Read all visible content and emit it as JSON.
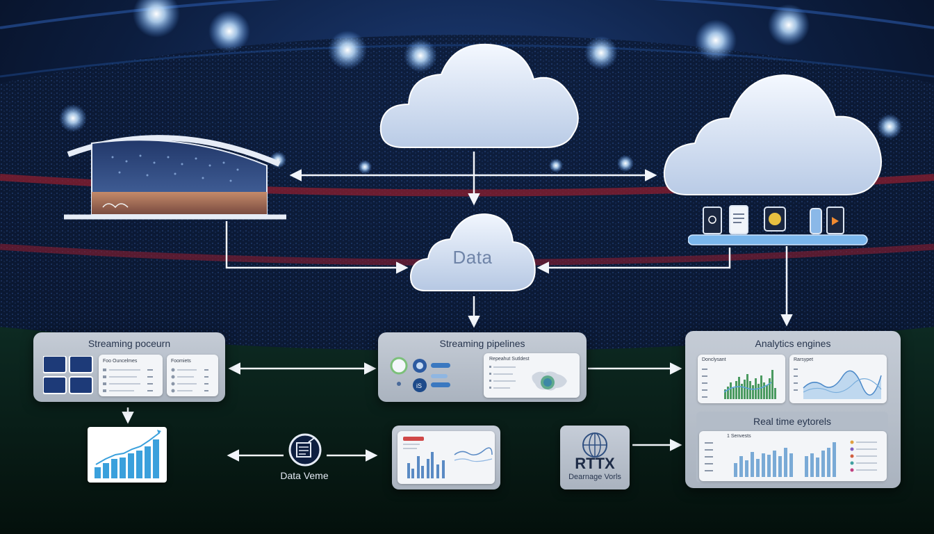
{
  "clouds": {
    "top_center": {
      "label": ""
    },
    "top_right": {
      "label": ""
    },
    "center": {
      "label": "Data"
    }
  },
  "panels": {
    "streaming_source": {
      "title": "Streaming poceurn",
      "card_a_title": "Foo Ouncelmes",
      "card_b_title": "Foomiets"
    },
    "streaming_pipelines": {
      "title": "Streaming pipelines",
      "card_title": "Repeahut Sutldest"
    },
    "analytics_engines": {
      "title": "Analytics engines",
      "card_a_title": "Donclysant",
      "card_b_title": "Rarsypet",
      "sub_title": "Real time eytorels",
      "sub_card_title": "1 Senvests"
    }
  },
  "nodes": {
    "data_venue": {
      "label": "Data Veme"
    },
    "rttx": {
      "title": "RTTX",
      "subtitle": "Dearnage Vorls"
    }
  },
  "colors": {
    "background": "#0a1630",
    "arrow": "#f2f5fa",
    "red_arrow_accent": "#c03040",
    "chart_blue": "#5aa0d8",
    "chart_green": "#4a9a60",
    "panel": "#b9c1cc"
  }
}
